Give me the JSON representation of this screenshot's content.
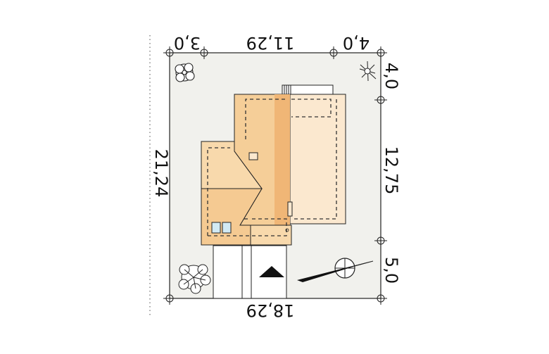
{
  "dimensions": {
    "top_left": "3,0",
    "top_middle": "11,29",
    "top_right": "4,0",
    "bottom": "18,29",
    "left": "21,24",
    "right_top": "4,0",
    "right_middle": "12,75",
    "right_bottom": "5,0"
  },
  "colors": {
    "lot": "#f1f1ed",
    "roof_light": "#fbe8cf",
    "roof_main": "#f5ce98",
    "roof_dark": "#f0b676",
    "window": "#d2eaf4",
    "dashed": "#333333",
    "line": "#222222"
  },
  "icons": [
    "tree-icon",
    "shrub-icon",
    "compass-icon",
    "entrance-arrow-icon"
  ]
}
